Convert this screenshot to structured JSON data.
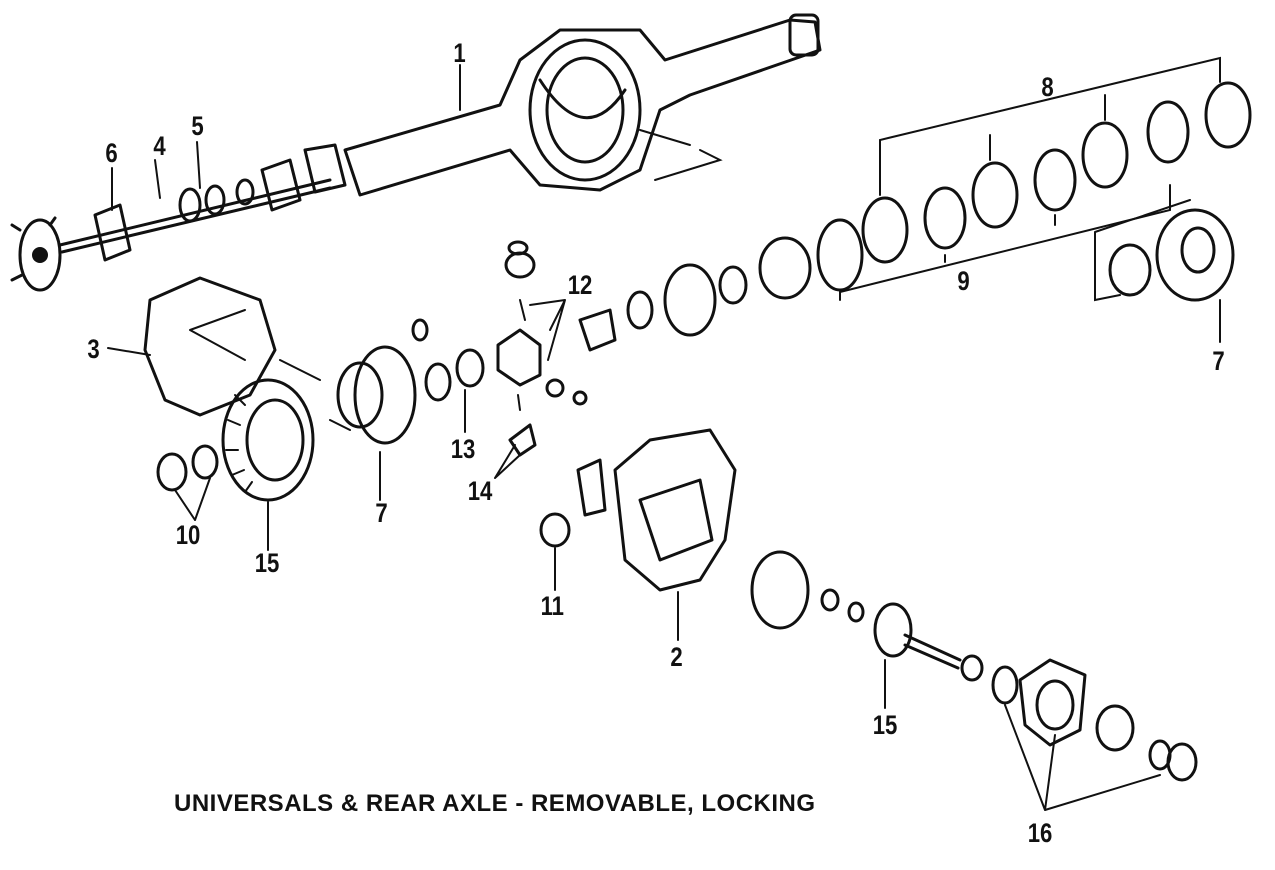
{
  "caption": "UNIVERSALS & REAR AXLE - REMOVABLE, LOCKING",
  "callouts": {
    "c1": "1",
    "c2": "2",
    "c3": "3",
    "c4": "4",
    "c5": "5",
    "c6": "6",
    "c7a": "7",
    "c7b": "7",
    "c8": "8",
    "c9": "9",
    "c10": "10",
    "c11": "11",
    "c12": "12",
    "c13": "13",
    "c14": "14",
    "c15a": "15",
    "c15b": "15",
    "c16": "16"
  },
  "colors": {
    "ink": "#111111",
    "paper": "#ffffff"
  }
}
